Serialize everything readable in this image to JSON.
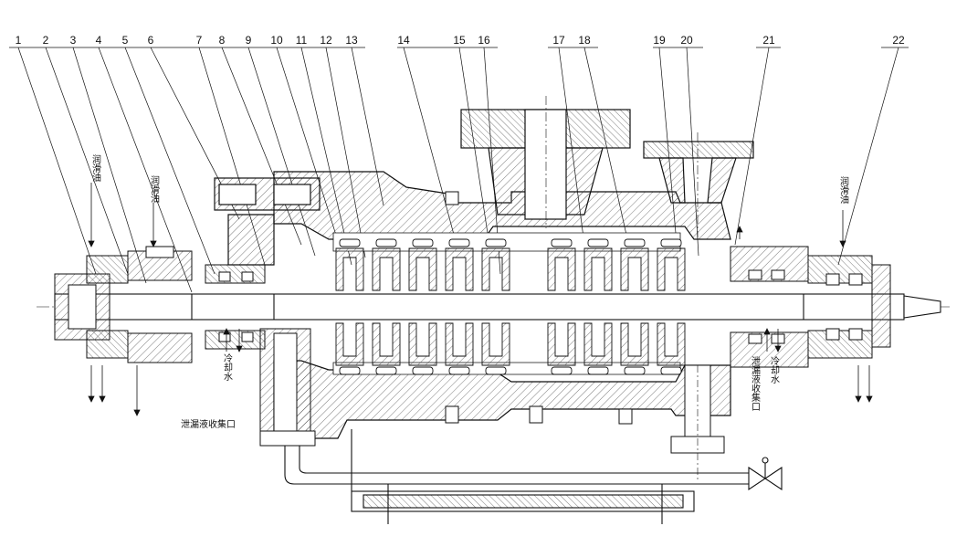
{
  "diagram": {
    "part_numbers": [
      "1",
      "2",
      "3",
      "4",
      "5",
      "6",
      "7",
      "8",
      "9",
      "10",
      "11",
      "12",
      "13",
      "14",
      "15",
      "16",
      "17",
      "18",
      "19",
      "20",
      "21",
      "22"
    ],
    "labels": {
      "lube_oil": "润滑油",
      "cooling_water": "冷却水",
      "leak_collection": "泄漏液收集口"
    },
    "colors": {
      "line": "#111111",
      "hatch": "#333333",
      "background": "#ffffff"
    }
  }
}
